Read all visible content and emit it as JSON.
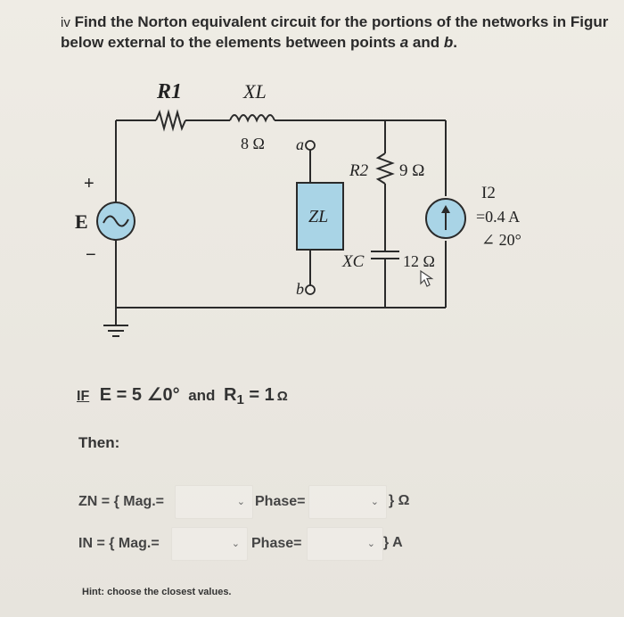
{
  "question": {
    "numeral": "iv",
    "line1": "Find the Norton equivalent circuit for the portions of the networks in Figur",
    "line2_prefix": "below external to the elements between points ",
    "point_a": "a",
    "line2_and": " and ",
    "point_b": "b",
    "line2_end": "."
  },
  "circuit": {
    "r1_label": "R1",
    "xl_label": "XL",
    "xl_value": "8 Ω",
    "node_a": "a",
    "node_b": "b",
    "zl_label": "ZL",
    "r2_label": "R2",
    "r2_value": "9 Ω",
    "xc_label": "XC",
    "xc_value": "12 Ω",
    "source_e": "E",
    "plus": "+",
    "minus": "−",
    "i2_label": "I2",
    "i2_value": "=0.4 A",
    "i2_angle": "∠ 20°"
  },
  "given": {
    "if": "IF",
    "e_text": "E = 5 ∠0°",
    "and": "and",
    "r_text": "R",
    "r_sub": "1",
    "r_value": " = 1",
    "r_unit": "Ω"
  },
  "then": "Then:",
  "zn_row": {
    "label": "ZN = { Mag.=",
    "phase_label": "Phase=",
    "unit": "} Ω"
  },
  "in_row": {
    "label": "IN = { Mag.=",
    "phase_label": "Phase=",
    "unit": "} A"
  },
  "hint": "Hint: choose the closest values.",
  "icons": {
    "chevron": "chevron-down-icon",
    "cursor": "mouse-cursor-icon"
  }
}
